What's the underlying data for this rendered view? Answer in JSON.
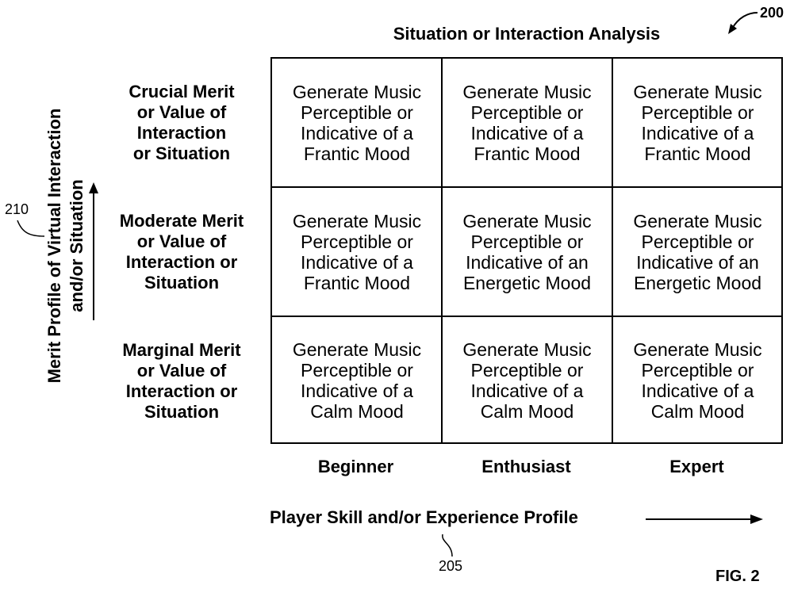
{
  "figure_ref": "200",
  "figure_label": "FIG. 2",
  "top_title": "Situation or Interaction Analysis",
  "y_axis": {
    "title": "Merit Profile of Virtual Interaction\nand/or Situation",
    "ref": "210",
    "rows": [
      "Crucial Merit\nor Value of\nInteraction\nor Situation",
      "Moderate Merit\nor Value of\nInteraction or\nSituation",
      "Marginal Merit\nor Value of\nInteraction or\nSituation"
    ]
  },
  "x_axis": {
    "title": "Player Skill and/or Experience Profile",
    "ref": "205",
    "columns": [
      "Beginner",
      "Enthusiast",
      "Expert"
    ]
  },
  "matrix": [
    [
      "Generate Music\nPerceptible or\nIndicative of a\nFrantic Mood",
      "Generate Music\nPerceptible or\nIndicative of a\nFrantic Mood",
      "Generate Music\nPerceptible or\nIndicative of a\nFrantic Mood"
    ],
    [
      "Generate Music\nPerceptible or\nIndicative of a\nFrantic Mood",
      "Generate Music\nPerceptible or\nIndicative of an\nEnergetic Mood",
      "Generate Music\nPerceptible or\nIndicative of an\nEnergetic Mood"
    ],
    [
      "Generate Music\nPerceptible or\nIndicative of a\nCalm Mood",
      "Generate Music\nPerceptible or\nIndicative of a\nCalm Mood",
      "Generate Music\nPerceptible or\nIndicative of a\nCalm Mood"
    ]
  ]
}
